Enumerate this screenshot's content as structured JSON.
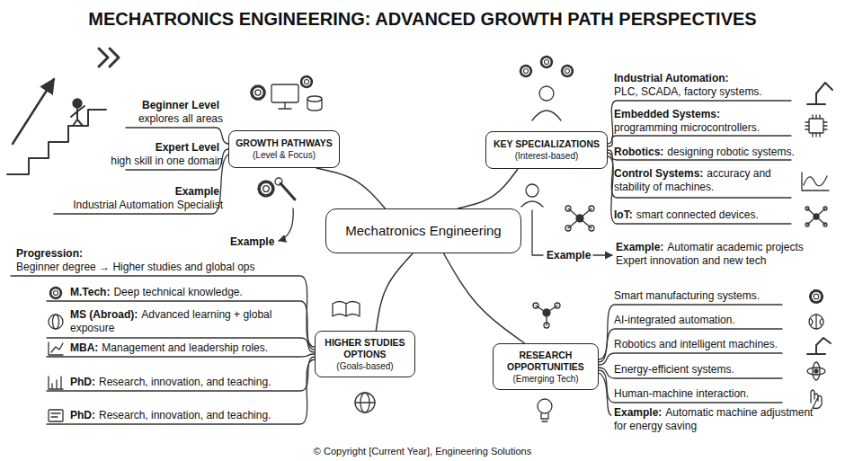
{
  "diagram": {
    "title": "MECHATRONICS ENGINEERING: ADVANCED GROWTH PATH PERSPECTIVES",
    "caption": "© Copyright [Current Year], Engineering Solutions",
    "nodes": [
      {
        "text": [
          "GROWTH PATHWAYS",
          "(Level & Focus)"
        ]
      },
      {
        "text": [
          "KEY SPECIALIZATIONS",
          "(Interest-based)"
        ]
      },
      {
        "text": [
          "Mechatronics Engineering"
        ]
      },
      {
        "text": [
          "HIGHER STUDIES OPTIONS",
          "(Goals-based)"
        ]
      },
      {
        "text": [
          "RESEARCH OPPORTUNITIES",
          "(Emerging Tech)"
        ]
      }
    ],
    "edges": [
      {
        "from": 2,
        "to": 0,
        "arrow": "none"
      },
      {
        "from": 2,
        "to": 1,
        "arrow": "none"
      },
      {
        "from": 2,
        "to": 3,
        "arrow": "none"
      },
      {
        "from": 2,
        "to": 4,
        "arrow": "none"
      }
    ],
    "labels": [
      "Beginner Level",
      "explores all areas",
      "Expert Level",
      "high skill in one domain",
      "Example",
      "Industrial Automation Specialist",
      "Example",
      "Industrial Automation:",
      "PLC, SCADA, factory systems.",
      "Embedded Systems:",
      "programming microcontrollers.",
      "Robotics:",
      "designing robotic systems.",
      "Control Systems:",
      "accuracy and stability of machines.",
      "IoT:",
      "smart connected devices.",
      "Example",
      "Example:",
      "Automatir academic projects",
      "Expert innovation and new tech",
      "Progression:",
      "Beginner degree → Higher studies and global ops",
      "M.Tech:",
      "Deep technical knowledge.",
      "MS (Abroad):",
      "Advanced learning + global exposure",
      "MBA:",
      "Management and leadership roles.",
      "PhD:",
      "Research, innovation, and teaching.",
      "PhD:",
      "Research, innovation, and teaching.",
      "Smart manufacturing systems.",
      "AI-integrated automation.",
      "Robotics and intelligent machines.",
      "Energy-efficient systems.",
      "Human-machine interaction.",
      "Example:",
      "Automatic machine adjustment for energy saving"
    ]
  }
}
